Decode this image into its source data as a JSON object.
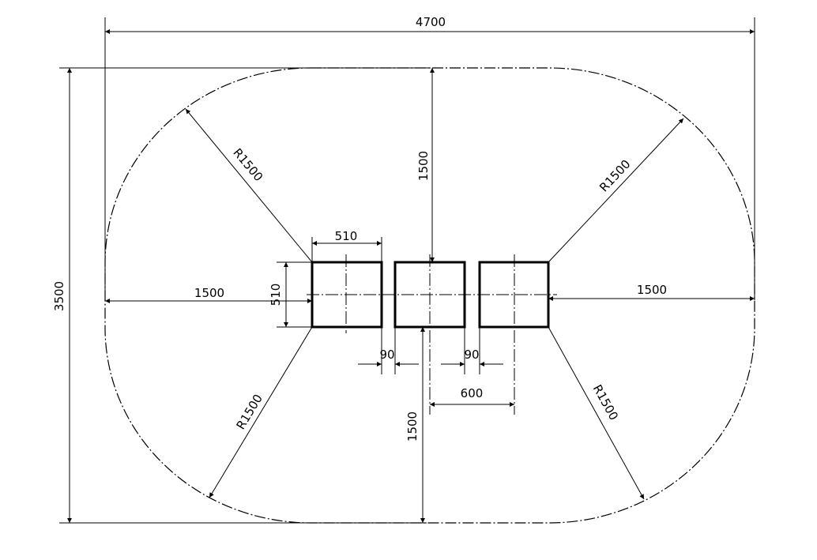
{
  "drawing": {
    "overall_width": "4700",
    "overall_height": "3500",
    "left_clearance": "1500",
    "right_clearance": "1500",
    "top_clearance": "1500",
    "bottom_clearance": "1500",
    "box_width": "510",
    "box_height": "510",
    "gap_left": "90",
    "gap_right": "90",
    "spacing": "600",
    "radius_top_left": "R1500",
    "radius_top_right": "R1500",
    "radius_bottom_left": "R1500",
    "radius_bottom_right": "R1500"
  }
}
